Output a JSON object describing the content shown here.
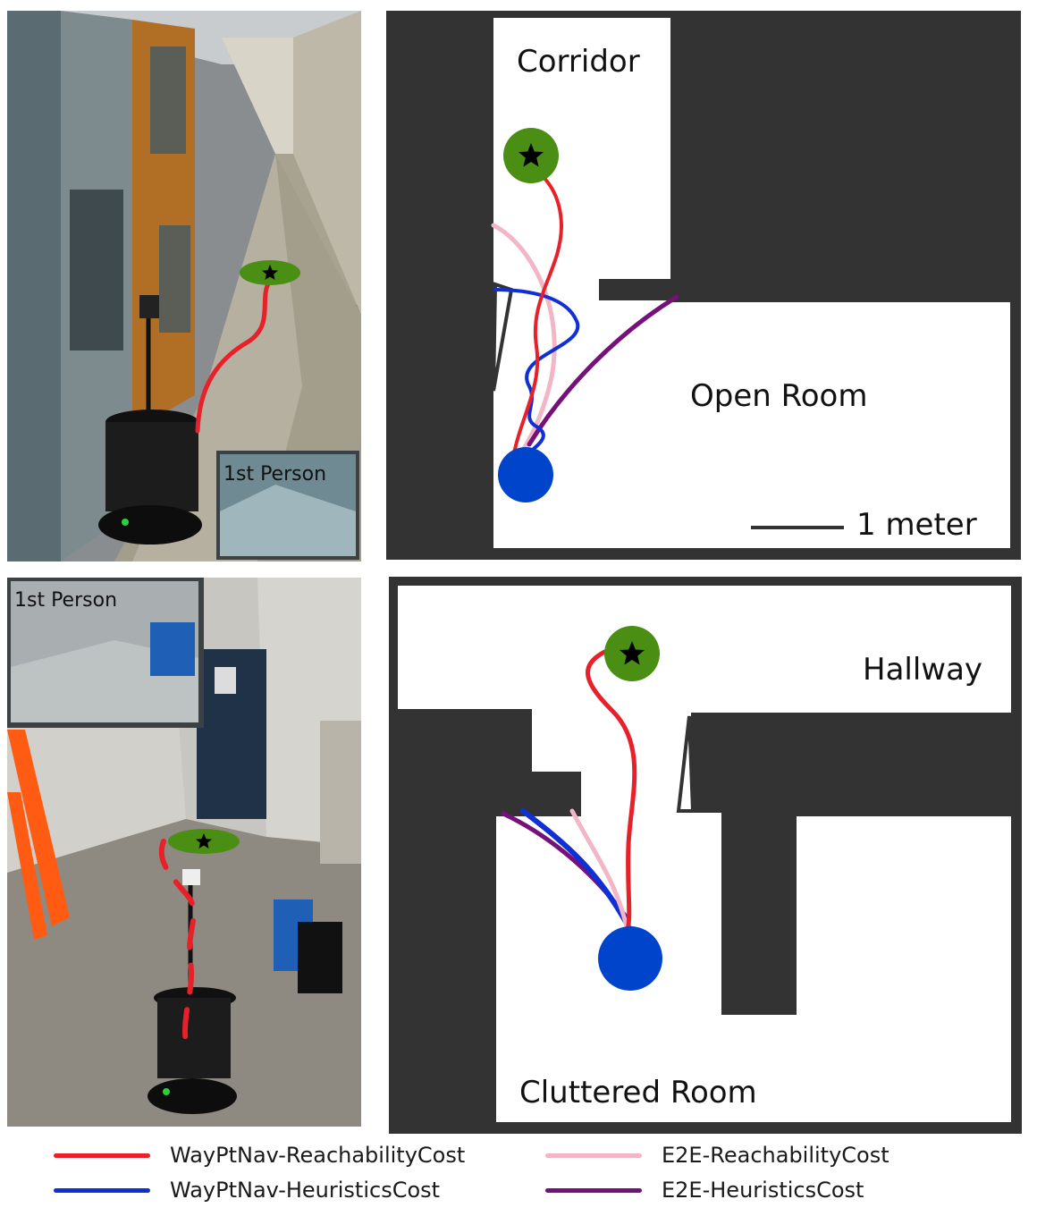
{
  "colors": {
    "wall": "#333333",
    "floor": "#ffffff",
    "goal": "#4a8f13",
    "robot": "#0044cc",
    "waypt_reach": "#e8202a",
    "waypt_heur": "#1030d6",
    "e2e_reach": "#f3b6c6",
    "e2e_heur": "#76107a"
  },
  "top_photo": {
    "inset_label": "1st Person"
  },
  "bottom_photo": {
    "inset_label": "1st Person"
  },
  "top_map": {
    "corridor_label": "Corridor",
    "open_room_label": "Open Room",
    "scale_label": "1 meter"
  },
  "bottom_map": {
    "hallway_label": "Hallway",
    "cluttered_room_label": "Cluttered Room"
  },
  "legend": [
    {
      "label": "WayPtNav-ReachabilityCost",
      "color": "#e8202a"
    },
    {
      "label": "WayPtNav-HeuristicsCost",
      "color": "#1030d6"
    },
    {
      "label": "E2E-ReachabilityCost",
      "color": "#f3b6c6"
    },
    {
      "label": "E2E-HeuristicsCost",
      "color": "#76107a"
    }
  ],
  "icons": {
    "goal": "star-icon",
    "robot": "robot-disc-icon"
  }
}
